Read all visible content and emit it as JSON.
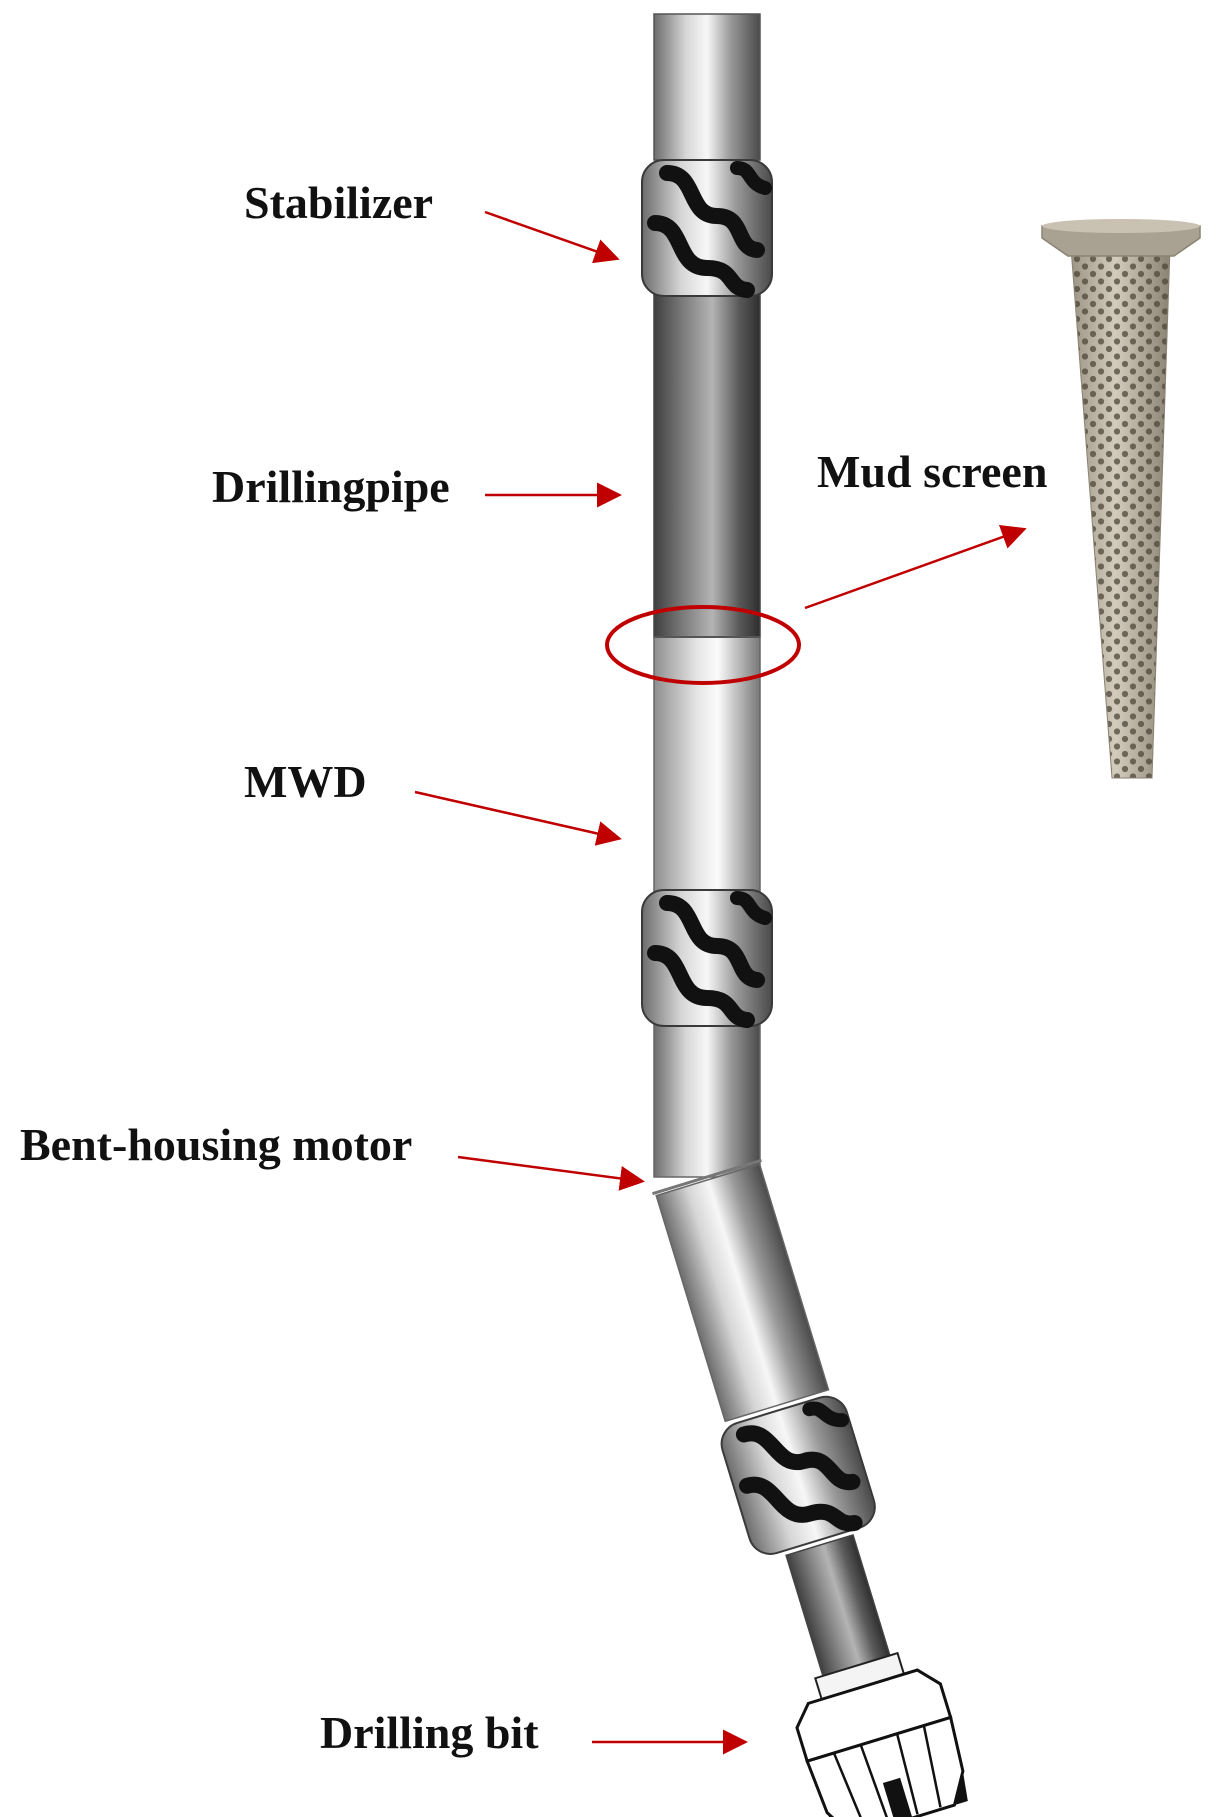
{
  "labels": {
    "stabilizer": "Stabilizer",
    "drillingpipe": "Drillingpipe",
    "mud_screen": "Mud screen",
    "mwd": "MWD",
    "motor": "Bent-housing motor",
    "bit": "Drilling bit"
  },
  "colors": {
    "arrow": "#c00000",
    "highlight_ring": "#c00000",
    "label_text": "#111111",
    "stabilizer_blade": "#111111",
    "screen_body": "#b9b1a1"
  },
  "icons": {
    "stabilizer": "stabilizer-icon",
    "mud_screen": "mud-screen-icon",
    "drilling_bit": "drill-bit-icon"
  }
}
